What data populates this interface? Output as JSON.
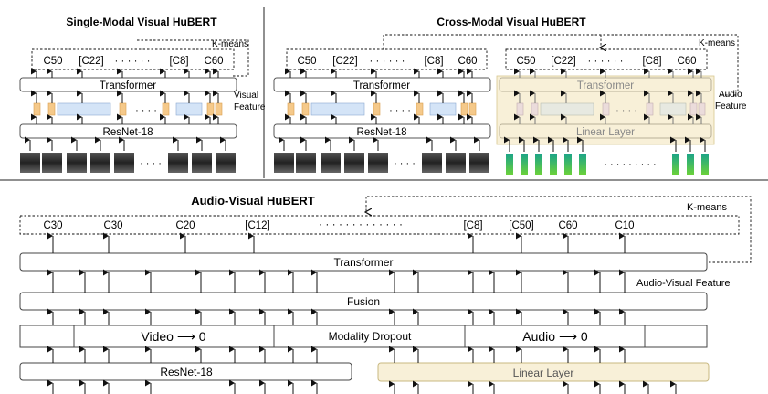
{
  "single": {
    "title": "Single-Modal Visual HuBERT",
    "kmeans": "K-means",
    "codes": [
      "C50",
      "[C22]",
      "· · · · · ·",
      "[C8]",
      "C60"
    ],
    "transformer": "Transformer",
    "resnet": "ResNet-18",
    "feature_label": [
      "Visual",
      "Feature"
    ],
    "dots": "· · · ·",
    "frame_dots": "· · · ·"
  },
  "cross": {
    "title": "Cross-Modal Visual HuBERT",
    "kmeans": "K-means",
    "codes_left": [
      "C50",
      "[C22]",
      "· · · · · ·",
      "[C8]",
      "C60"
    ],
    "codes_right": [
      "C50",
      "[C22]",
      "· · · · · ·",
      "[C8]",
      "C60"
    ],
    "transformer": "Transformer",
    "resnet": "ResNet-18",
    "transformer_audio": "Transformer",
    "linear": "Linear Layer",
    "feature_label": [
      "Audio",
      "Feature"
    ],
    "dots": "· · · ·",
    "audio_dots": "· · · · · · · · ·"
  },
  "av": {
    "title": "Audio-Visual HuBERT",
    "kmeans": "K-means",
    "codes": [
      "C30",
      "C30",
      "C20",
      "[C12]",
      "· · · · · · · · · · · · ·",
      "[C8]",
      "[C50]",
      "C60",
      "C10"
    ],
    "transformer": "Transformer",
    "feature_label": "Audio-Visual Feature",
    "fusion": "Fusion",
    "video_zero": "Video ⟶ 0",
    "dropout": "Modality Dropout",
    "audio_zero": "Audio ⟶ 0",
    "resnet": "ResNet-18",
    "linear": "Linear Layer"
  },
  "colors": {
    "audio_fill": "#f8f0d8",
    "audio_stroke": "#d8c890",
    "feat_orange": "#f5c98a",
    "feat_blue": "#d4e4f7",
    "feat_pink": "#e8d8dc",
    "feat_gray": "#e4e8e4",
    "spectro_top": "#1aa38a",
    "spectro_bottom": "#6bd13a"
  }
}
